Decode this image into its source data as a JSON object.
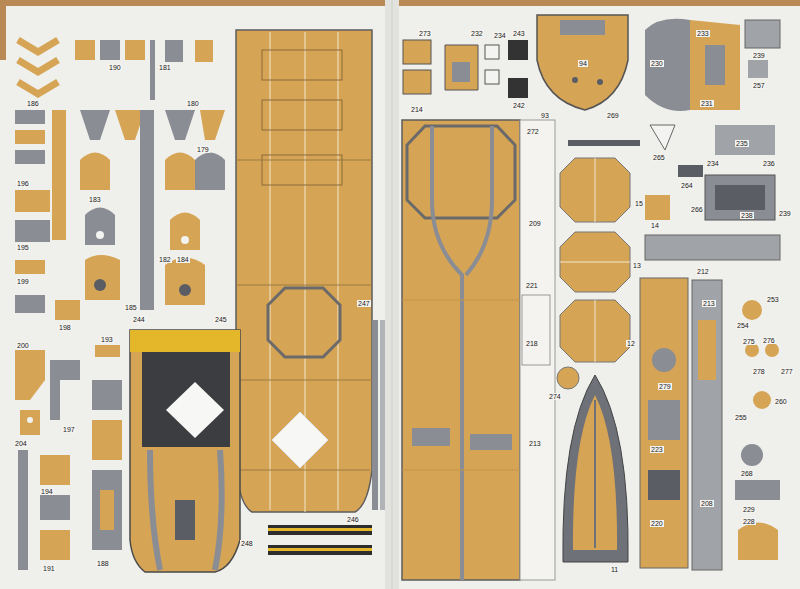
{
  "diagram": {
    "labels": [
      "273",
      "232",
      "234",
      "243",
      "242",
      "214",
      "94",
      "93",
      "233",
      "231",
      "230",
      "239",
      "257",
      "235",
      "234",
      "236",
      "238",
      "239",
      "265",
      "264",
      "266",
      "14",
      "269",
      "272",
      "209",
      "221",
      "218",
      "213",
      "12",
      "13",
      "15",
      "212",
      "213",
      "253",
      "254",
      "279",
      "275",
      "276",
      "277",
      "278",
      "260",
      "268",
      "255",
      "229",
      "228",
      "208",
      "223",
      "220",
      "274",
      "11",
      "181",
      "190",
      "186",
      "184",
      "183",
      "185",
      "180",
      "179",
      "182",
      "195",
      "199",
      "196",
      "198",
      "193",
      "200",
      "197",
      "204",
      "194",
      "191",
      "188",
      "244",
      "245",
      "246",
      "247",
      "248"
    ]
  }
}
